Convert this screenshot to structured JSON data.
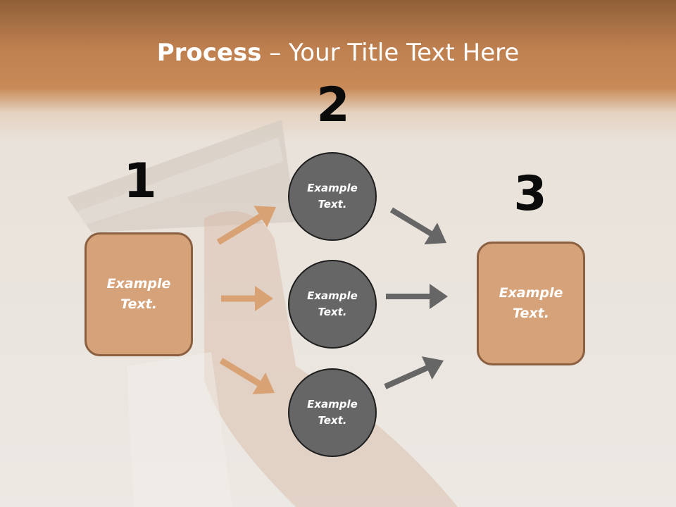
{
  "slide": {
    "title_bold": "Process",
    "title_rest": " – Your Title Text Here"
  },
  "steps": [
    {
      "number": "1",
      "label": "Example Text."
    },
    {
      "number": "2",
      "label": "Example Text."
    },
    {
      "number": "3",
      "label": "Example Text."
    }
  ],
  "circles": [
    {
      "label": "Example Text."
    },
    {
      "label": "Example Text."
    },
    {
      "label": "Example Text."
    }
  ],
  "colors": {
    "header": "#c98a58",
    "box_fill": "#d6a27a",
    "box_border": "#8a6040",
    "circle_fill": "#666666",
    "circle_border": "#1e1e1e",
    "arrow_orange": "#d9a274",
    "arrow_gray": "#666666"
  }
}
